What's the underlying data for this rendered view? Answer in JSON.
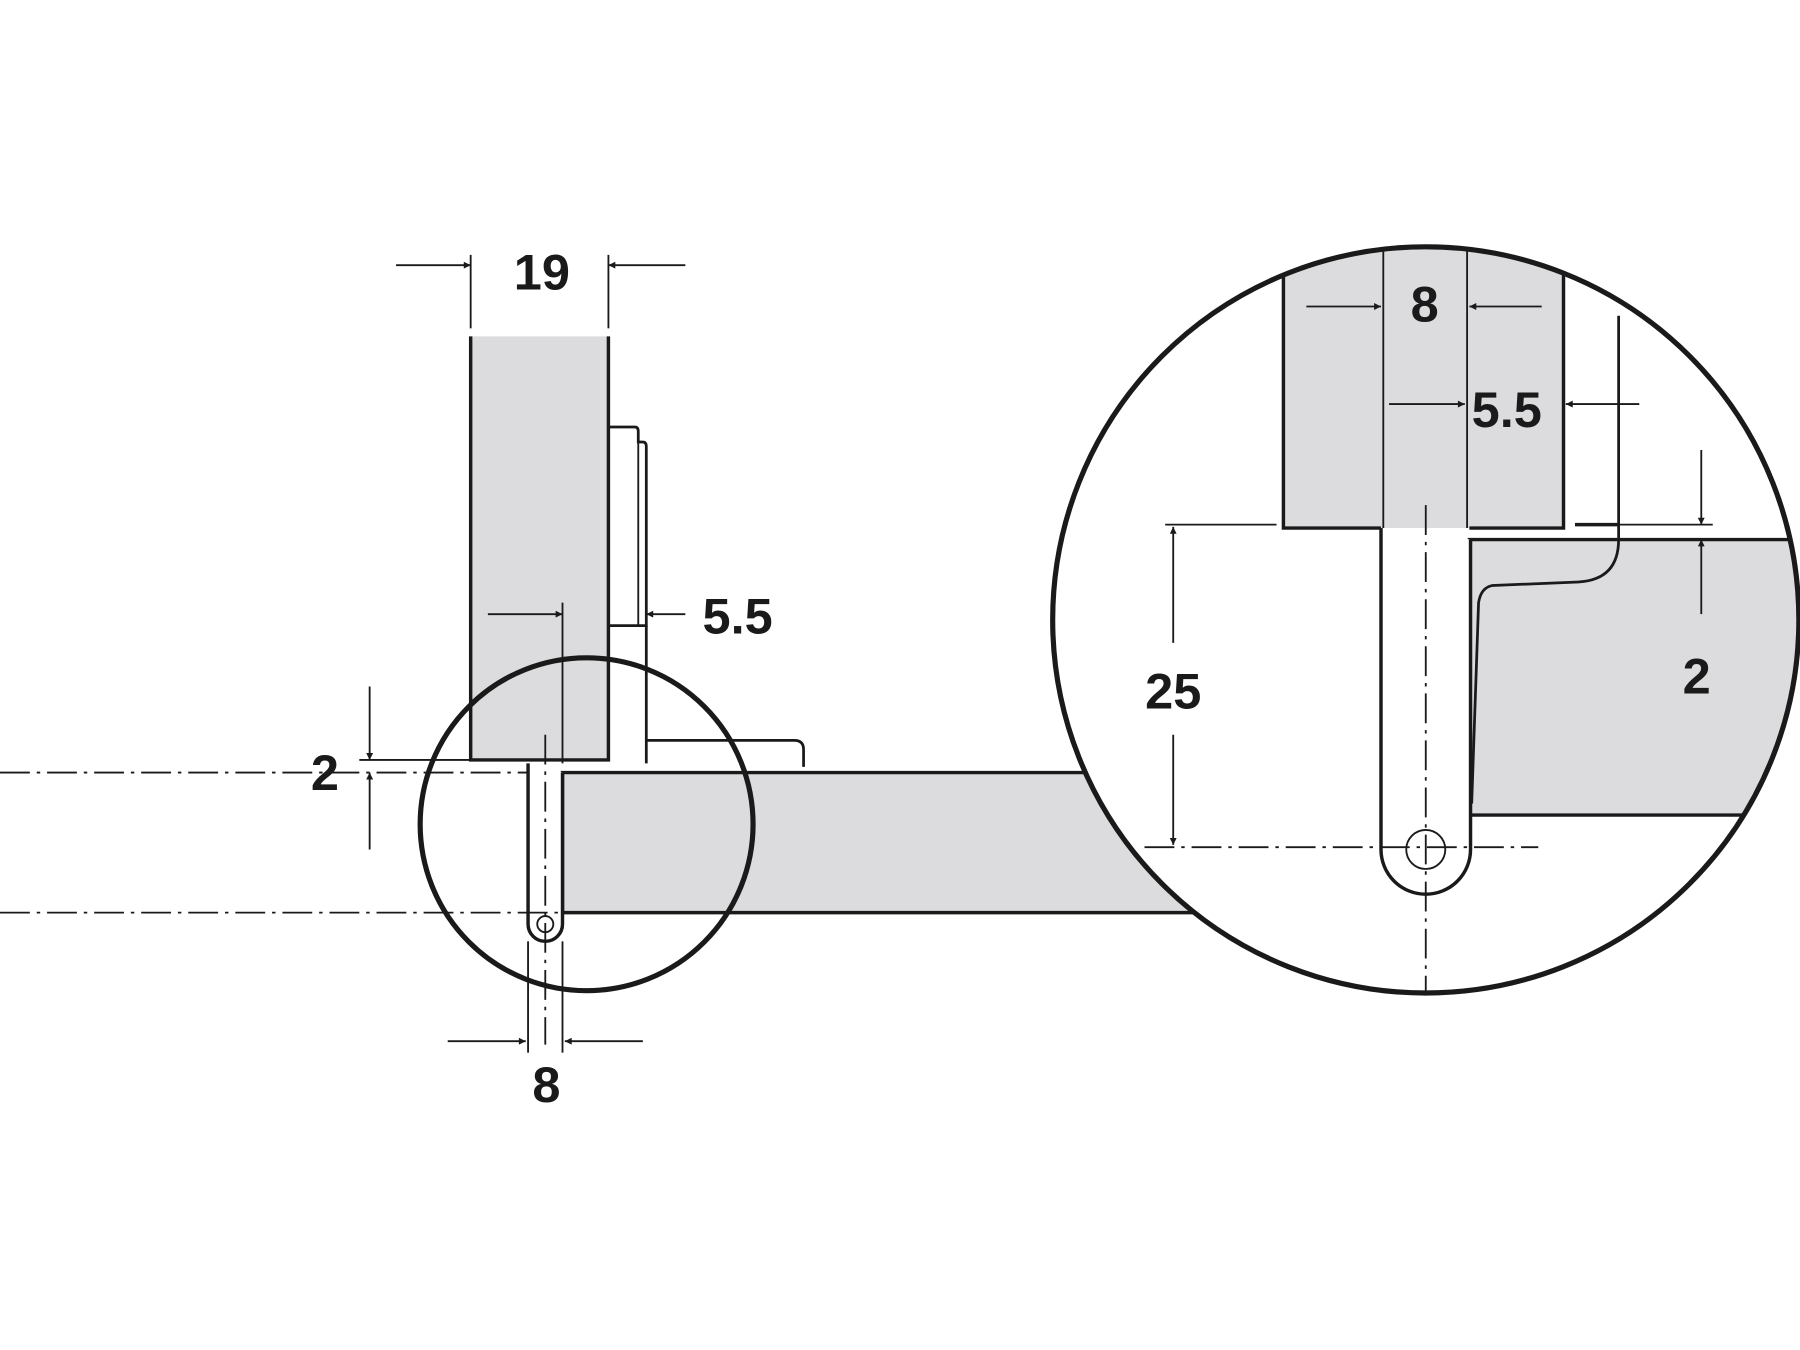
{
  "title": "Concealed hinge mounting dimensions",
  "colors": {
    "line": "#1a1a1a",
    "panel_fill": "#dcdcde",
    "background": "#ffffff"
  },
  "main_view": {
    "door_thickness": "19",
    "hinge_offset": "5.5",
    "overlay_gap": "2",
    "pin_width": "8"
  },
  "detail_view": {
    "pin_width": "8",
    "hinge_offset": "5.5",
    "pin_depth": "25",
    "overlay_gap": "2"
  }
}
